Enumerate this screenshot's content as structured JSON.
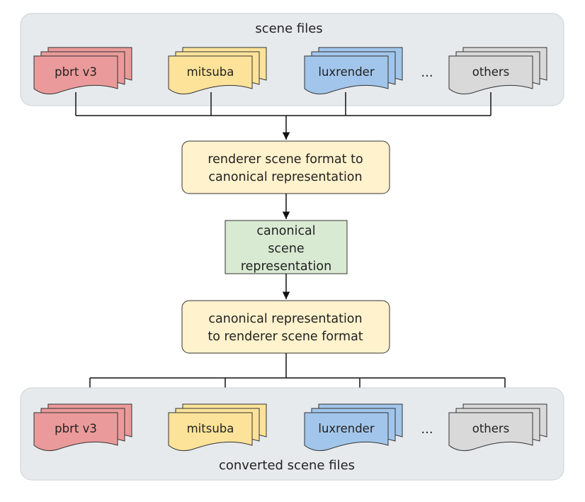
{
  "input_group": {
    "label": "scene files",
    "files": [
      {
        "label": "pbrt v3",
        "color": "#ea9a9a"
      },
      {
        "label": "mitsuba",
        "color": "#fde39a"
      },
      {
        "label": "luxrender",
        "color": "#a2c6eb"
      },
      {
        "label": "others",
        "color": "#d9d9d9"
      }
    ],
    "ellipsis": "..."
  },
  "step_to_canonical": {
    "line1": "renderer scene format to",
    "line2": "canonical representation",
    "color": "#fff2cc"
  },
  "canonical": {
    "line1": "canonical",
    "line2": "scene",
    "line3": "representation",
    "color": "#d9ead3"
  },
  "step_from_canonical": {
    "line1": "canonical representation",
    "line2": "to renderer scene format",
    "color": "#fff2cc"
  },
  "output_group": {
    "label": "converted scene files",
    "files": [
      {
        "label": "pbrt v3",
        "color": "#ea9a9a"
      },
      {
        "label": "mitsuba",
        "color": "#fde39a"
      },
      {
        "label": "luxrender",
        "color": "#a2c6eb"
      },
      {
        "label": "others",
        "color": "#d9d9d9"
      }
    ],
    "ellipsis": "..."
  }
}
